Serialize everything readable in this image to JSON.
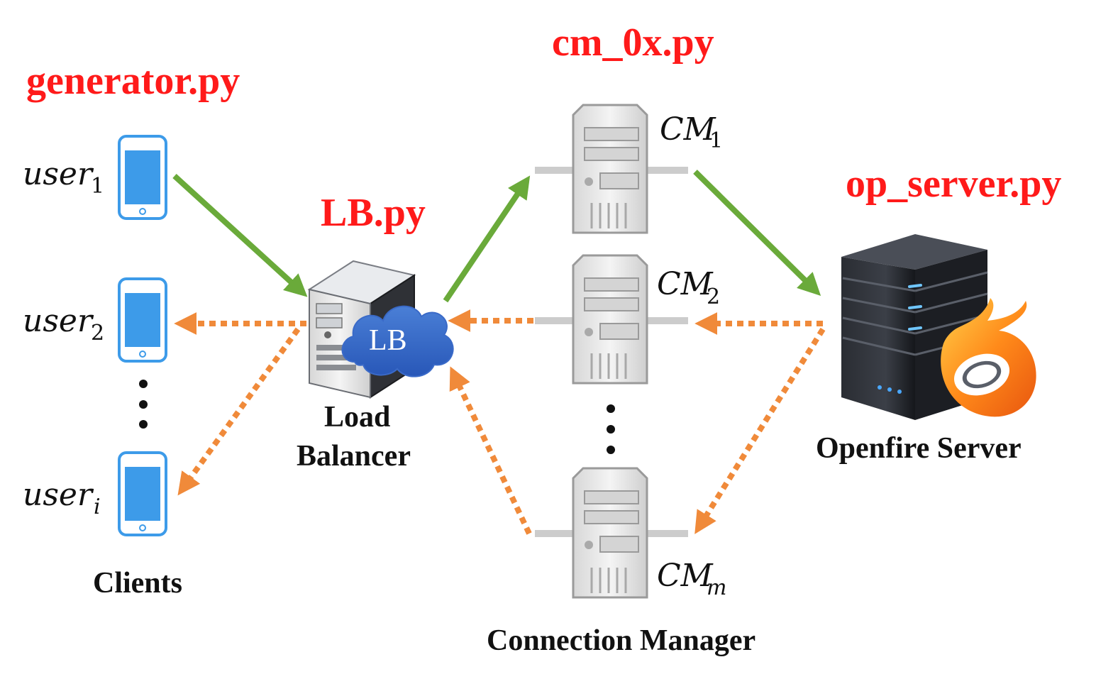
{
  "labels": {
    "generator": "generator.py",
    "cm": "cm_0x.py",
    "lb": "LB.py",
    "op_server": "op_server.py"
  },
  "clients": {
    "title": "Clients",
    "users": [
      {
        "base": "user",
        "sub": "1"
      },
      {
        "base": "user",
        "sub": "2"
      },
      {
        "base": "user",
        "sub": "i"
      }
    ]
  },
  "load_balancer": {
    "title_line1": "Load",
    "title_line2": "Balancer",
    "cloud_label": "LB"
  },
  "connection_manager": {
    "title": "Connection Manager",
    "servers": [
      {
        "base": "CM",
        "sub": "1"
      },
      {
        "base": "CM",
        "sub": "2"
      },
      {
        "base": "CM",
        "sub": "m"
      }
    ]
  },
  "openfire": {
    "title": "Openfire Server"
  },
  "colors": {
    "label_red": "#ff1a1a",
    "request_green": "#6aaa3a",
    "response_orange": "#f08a3a",
    "phone_blue": "#3d9be9"
  }
}
